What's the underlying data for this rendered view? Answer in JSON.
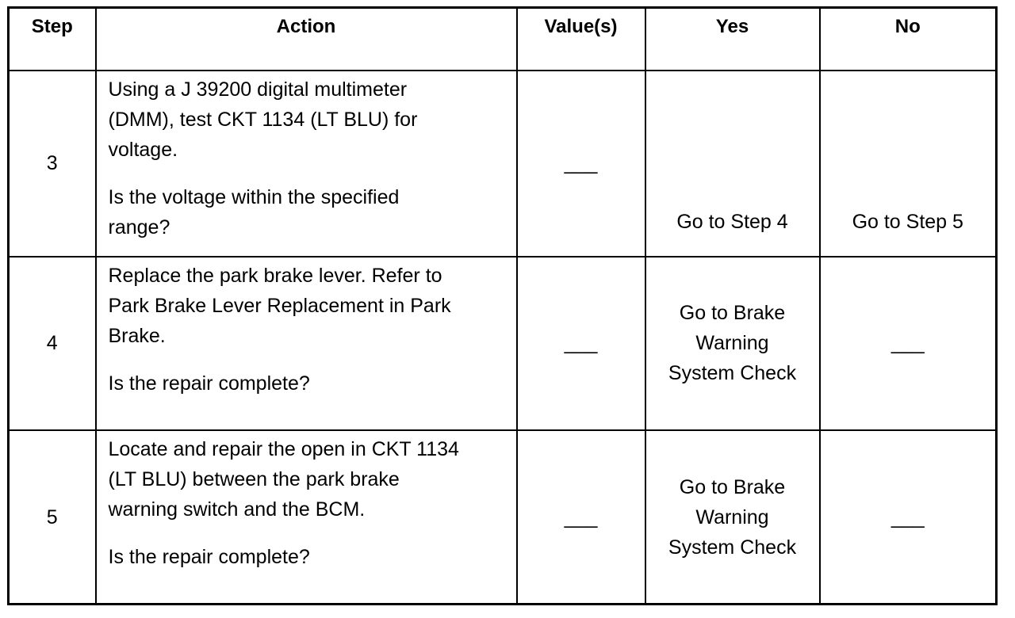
{
  "headers": {
    "step": "Step",
    "action": "Action",
    "values": "Value(s)",
    "yes": "Yes",
    "no": "No"
  },
  "rows": [
    {
      "step": "3",
      "action_lines": [
        "Using a J 39200 digital multimeter",
        "(DMM), test CKT 1134 (LT BLU) for",
        "voltage."
      ],
      "question_lines": [
        "Is the voltage within the specified",
        "range?"
      ],
      "value": "___",
      "yes": "Go to Step  4",
      "no": "Go to Step  5"
    },
    {
      "step": "4",
      "action_lines": [
        "Replace the park brake lever. Refer to",
        "Park Brake Lever Replacement in  Park",
        "Brake."
      ],
      "question_lines": [
        "Is the repair complete?"
      ],
      "value": "___",
      "yes_lines": [
        "Go to Brake",
        "Warning",
        "System Check"
      ],
      "no": "___"
    },
    {
      "step": "5",
      "action_lines": [
        "Locate and repair the open in CKT 1134",
        "(LT BLU) between the park brake",
        "warning switch and the BCM."
      ],
      "question_lines": [
        "Is the repair complete?"
      ],
      "value": "___",
      "yes_lines": [
        "Go to Brake",
        "Warning",
        "System Check"
      ],
      "no": "___"
    }
  ]
}
